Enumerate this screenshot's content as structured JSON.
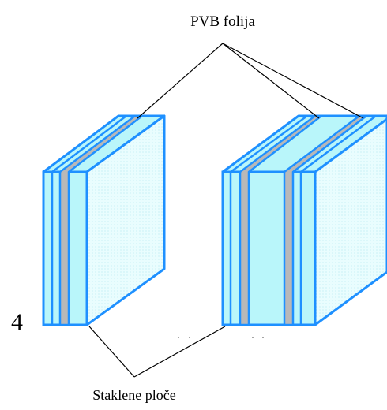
{
  "labels": {
    "top": "PVB folija",
    "bottom": "Staklene ploče",
    "left_number": "4"
  },
  "colors": {
    "glass_outline": "#1E90FF",
    "glass_fill": "#B9F6FA",
    "glass_front_fill": "#E8FDFE",
    "interlayer_fill": "#B8B8B8",
    "leader_line": "#000000"
  },
  "panels": [
    {
      "name": "single-laminated-panel",
      "layers": [
        "glass",
        "pvb",
        "glass"
      ]
    },
    {
      "name": "double-laminated-panel",
      "layers": [
        "glass",
        "pvb",
        "glass",
        "pvb",
        "glass"
      ]
    }
  ]
}
